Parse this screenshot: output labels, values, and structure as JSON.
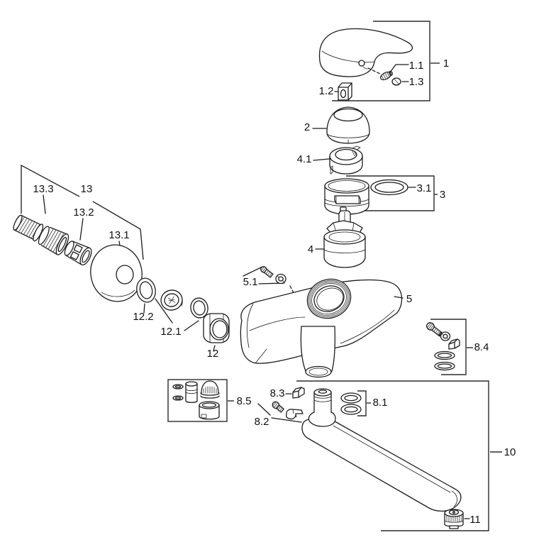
{
  "diagram": {
    "colors": {
      "line": "#1c1c1c",
      "background": "#ffffff"
    },
    "labels": {
      "p1": "1",
      "p1_1": "1.1",
      "p1_2": "1.2",
      "p1_3": "1.3",
      "p2": "2",
      "p3": "3",
      "p3_1": "3.1",
      "p4": "4",
      "p4_1": "4.1",
      "p5": "5",
      "p5_1": "5.1",
      "p8_1": "8.1",
      "p8_2": "8.2",
      "p8_3": "8.3",
      "p8_4": "8.4",
      "p8_5": "8.5",
      "p10": "10",
      "p11": "11",
      "p12": "12",
      "p12_1": "12.1",
      "p12_2": "12.2",
      "p13": "13",
      "p13_1": "13.1",
      "p13_2": "13.2",
      "p13_3": "13.3"
    }
  }
}
